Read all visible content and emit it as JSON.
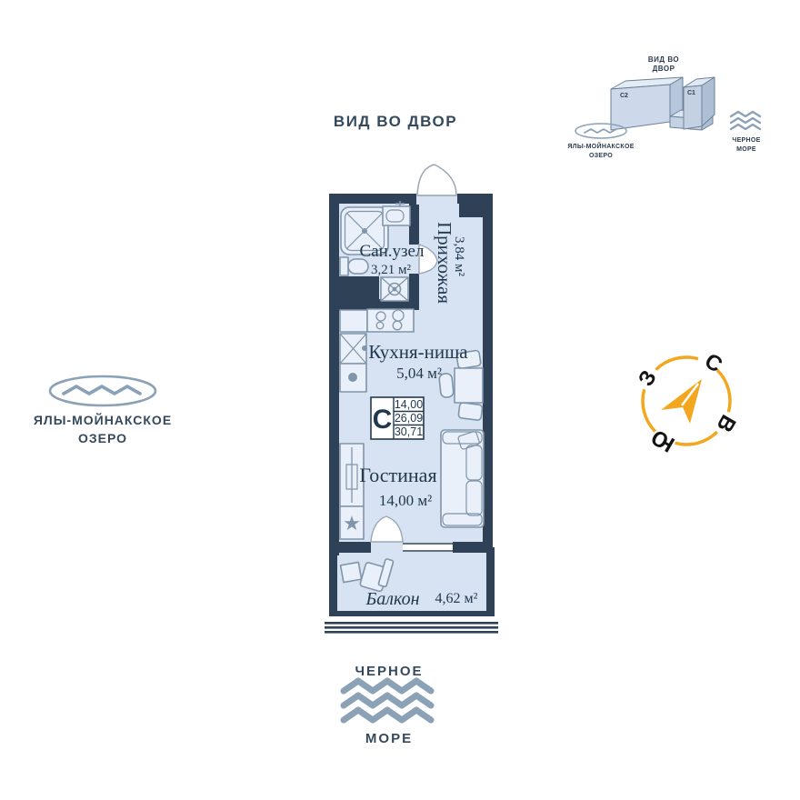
{
  "view_label": "ВИД ВО ДВОР",
  "minimap": {
    "view_line1": "ВИД ВО",
    "view_line2": "ДВОР",
    "building_c2": "С2",
    "building_c1": "С1",
    "lake_line1": "ЯЛЫ-МОЙНАКСКОЕ",
    "lake_line2": "ОЗЕРО",
    "sea_line1": "ЧЕРНОЕ",
    "sea_line2": "МОРЕ"
  },
  "lake": {
    "line1": "ЯЛЫ-МОЙНАКСКОЕ",
    "line2": "ОЗЕРО"
  },
  "sea": {
    "line1": "ЧЕРНОЕ",
    "line2": "МОРЕ"
  },
  "compass": {
    "n": "С",
    "e": "В",
    "s": "Ю",
    "w": "З"
  },
  "plan": {
    "bathroom": {
      "name": "Сан.узел",
      "area": "3,21 м²"
    },
    "hallway": {
      "name": "Прихожая",
      "area": "3,84 м²"
    },
    "kitchen": {
      "name": "Кухня-ниша",
      "area": "5,04 м²"
    },
    "living": {
      "name": "Гостиная",
      "area": "14,00 м²"
    },
    "balcony": {
      "name": "Балкон",
      "area": "4,62 м²"
    },
    "stamp": {
      "type": "С",
      "row1": "14,00",
      "row2": "26,09",
      "row3": "30,71"
    }
  },
  "colors": {
    "wall": "#2e4156",
    "room_fill": "#d7e3f3",
    "furniture_line": "#8095aa",
    "plan_text": "#22384e",
    "outside_label": "#35495e",
    "water": "#8ba1b6",
    "compass_accent": "#f2a71f"
  }
}
